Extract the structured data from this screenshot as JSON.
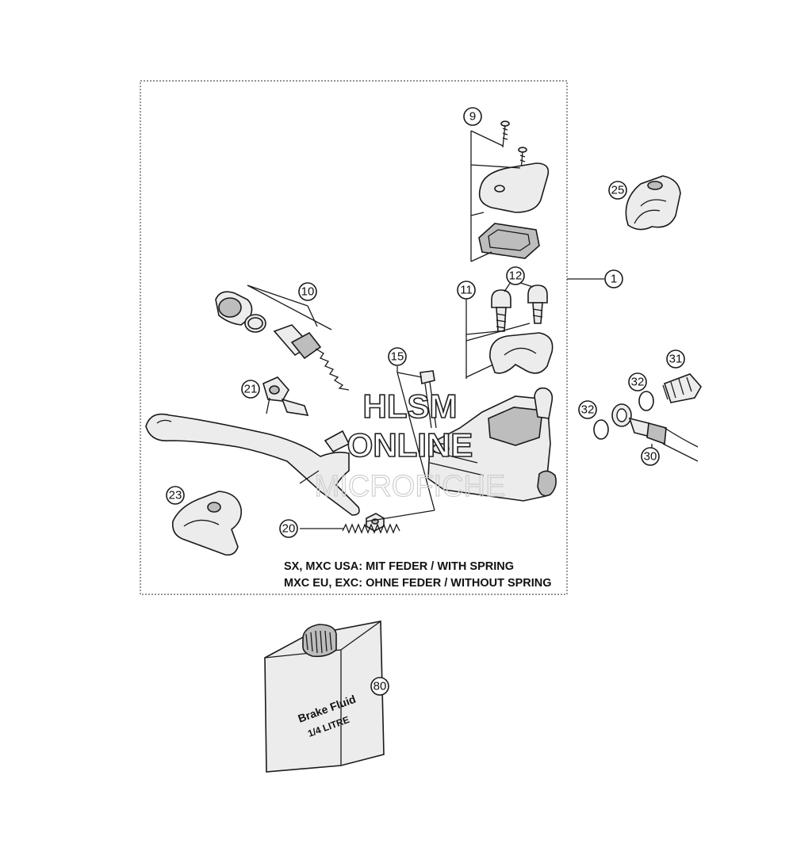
{
  "callouts": {
    "c1": "1",
    "c9": "9",
    "c10": "10",
    "c11": "11",
    "c12": "12",
    "c15": "15",
    "c20": "20",
    "c21": "21",
    "c23": "23",
    "c25": "25",
    "c30": "30",
    "c31": "31",
    "c32a": "32",
    "c32b": "32",
    "c80": "80"
  },
  "notes": {
    "line1": "SX, MXC USA: MIT FEDER / WITH SPRING",
    "line2": "MXC EU, EXC: OHNE FEDER / WITHOUT SPRING"
  },
  "watermark": {
    "line1": "HLSM",
    "line2": "ONLINE",
    "line3": "MICROFICHE"
  },
  "can_label": {
    "line1": "Brake Fluid",
    "line2": "1/4 LITRE"
  }
}
